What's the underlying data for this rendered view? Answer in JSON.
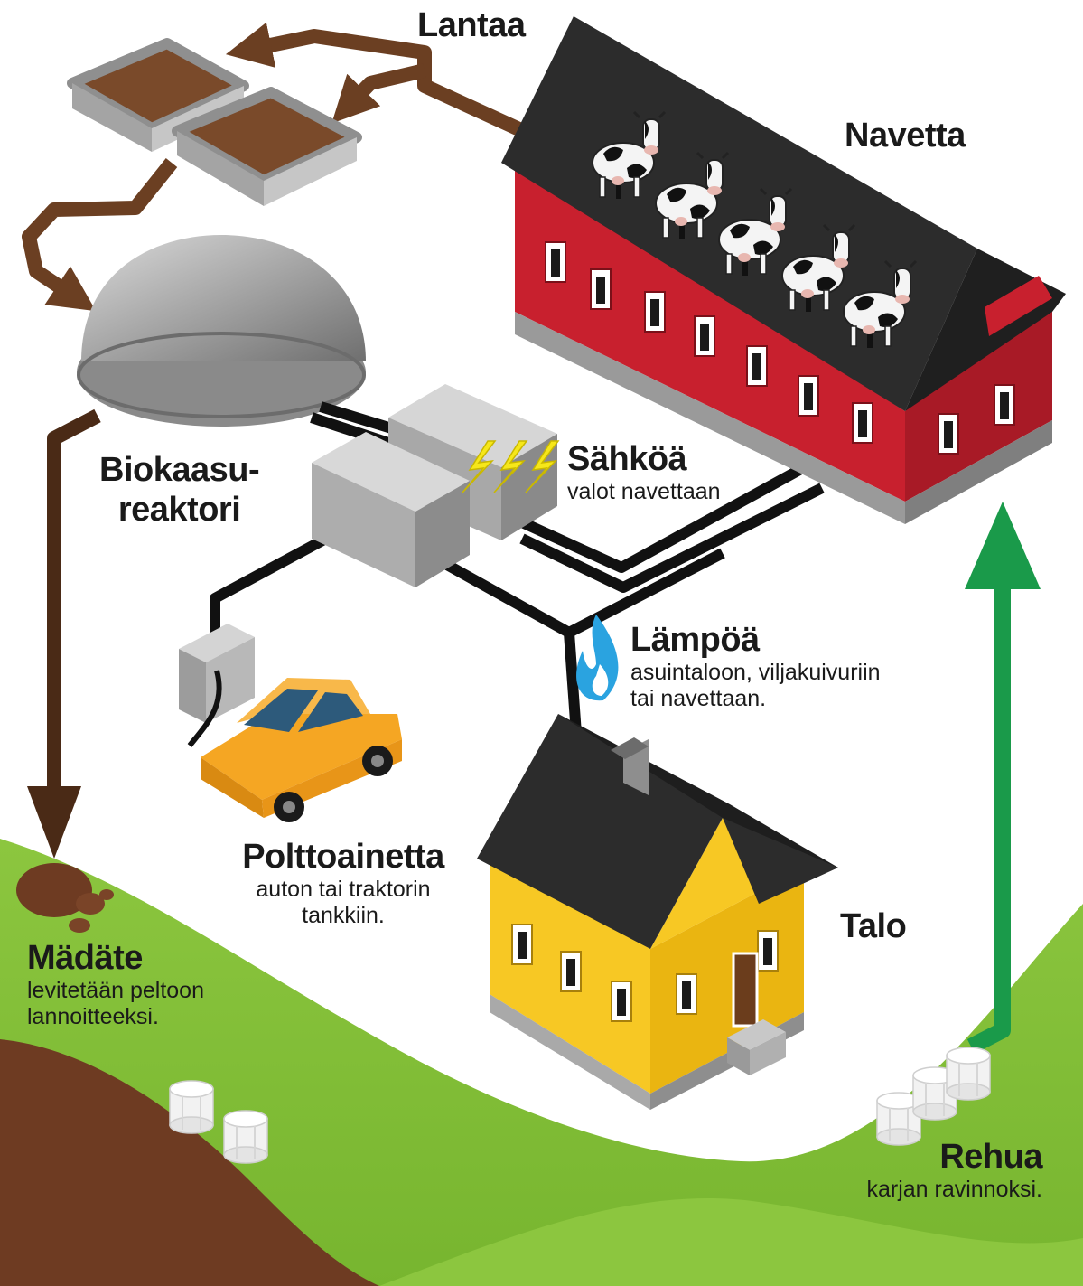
{
  "labels": {
    "lantaa": {
      "title": "Lantaa"
    },
    "navetta": {
      "title": "Navetta"
    },
    "biokaasu": {
      "title_line1": "Biokaasu-",
      "title_line2": "reaktori"
    },
    "sahkoa": {
      "title": "Sähköä",
      "subtitle": "valot navettaan"
    },
    "lampoa": {
      "title": "Lämpöä",
      "subtitle_line1": "asuintaloon, viljakuivuriin",
      "subtitle_line2": "tai navettaan."
    },
    "polttoainetta": {
      "title": "Polttoainetta",
      "subtitle_line1": "auton tai traktorin",
      "subtitle_line2": "tankkiin."
    },
    "talo": {
      "title": "Talo"
    },
    "madate": {
      "title": "Mädäte",
      "subtitle_line1": "levitetään peltoon",
      "subtitle_line2": "lannoitteeksi."
    },
    "rehua": {
      "title": "Rehua",
      "subtitle": "karjan ravinnoksi."
    }
  },
  "colors": {
    "manure_arrow": "#6b3f22",
    "digestate_arrow": "#4a2a16",
    "feed_arrow": "#1a9a4a",
    "barn_red": "#c8202e",
    "roof_dark": "#2c2c2c",
    "house_yellow": "#f7c824",
    "car_orange": "#f5a623",
    "field_green": "#8cc63f",
    "soil_brown": "#6e3b22",
    "pipe_black": "#111111",
    "lightning_yellow": "#f6e71a",
    "flame_blue": "#2aa3e0"
  },
  "icons": [
    "lightning-icon",
    "flame-icon",
    "cow-icon",
    "hay-bale-icon",
    "car-icon"
  ]
}
